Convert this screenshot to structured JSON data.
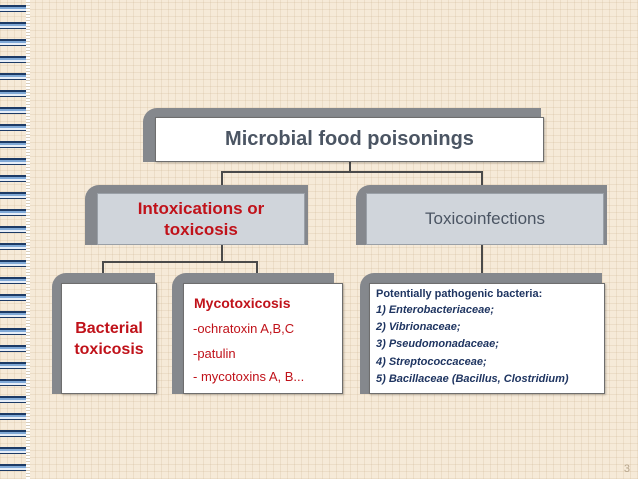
{
  "diagram": {
    "root": {
      "label": "Microbial food poisonings"
    },
    "intoxications": {
      "label_line1": "Intoxications or",
      "label_line2": "toxicosis"
    },
    "toxicoinfections": {
      "label": "Toxicoinfections"
    },
    "bacterial": {
      "label_line1": "Bacterial",
      "label_line2": "toxicosis"
    },
    "mycotoxicosis": {
      "title": "Mycotoxicosis",
      "items": [
        "-ochratoxin A,B,C",
        "-patulin",
        "- mycotoxins A, B..."
      ]
    },
    "pathogenic": {
      "heading": "Potentially pathogenic bacteria:",
      "items": [
        "1) Enterobacteriaceae;",
        "2) Vibrionaceae;",
        "3) Pseudomonadaceae;",
        "4) Streptococcaceae;",
        "5) Bacillaceae (Bacillus, Clostridium)"
      ]
    }
  },
  "slide": {
    "page_number": "3"
  },
  "colors": {
    "background": "#f6ead8",
    "title_text": "#4b5563",
    "intoxication_text": "#c0121a",
    "toxicoinfection_text": "#4b5563",
    "list_text": "#1f3561",
    "box_shadow": "#85888d"
  }
}
